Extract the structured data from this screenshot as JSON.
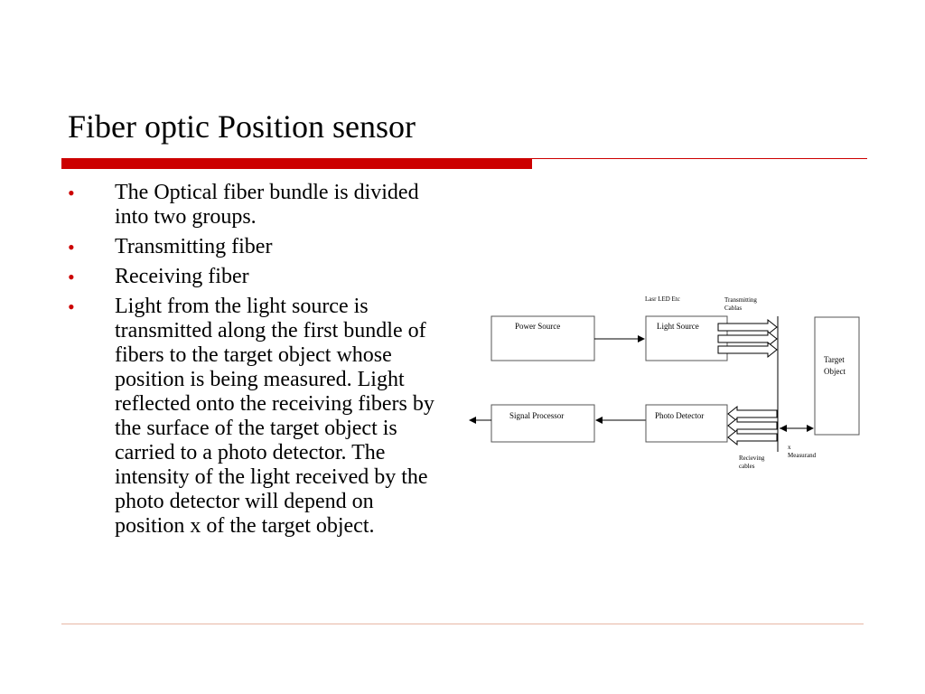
{
  "slide": {
    "title": "Fiber optic Position sensor",
    "bullets": [
      "The Optical fiber bundle is divided into two groups.",
      "Transmitting fiber",
      "Receiving fiber",
      "Light from the light source is transmitted along the first bundle of fibers to the target object whose position is being measured. Light reflected onto the receiving fibers by the surface of the target object is carried to a photo detector. The intensity of the light received by the photo detector will depend on position x of the target object."
    ],
    "bullet_glyph": "•",
    "accent_color": "#cc0000"
  },
  "diagram": {
    "laser_label": "Lasr LED Etc",
    "transmitting_label_1": "Transmitting",
    "transmitting_label_2": "Cablas",
    "power_source": "Power Source",
    "light_source": "Light Source",
    "signal_processor": "Signal Processor",
    "photo_detector": "Photo Detector",
    "target_1": "Target",
    "target_2": "Object",
    "x_label": "x",
    "measurand_label": "Measurand",
    "receiving_label_1": "Recieving",
    "receiving_label_2": "cables"
  }
}
